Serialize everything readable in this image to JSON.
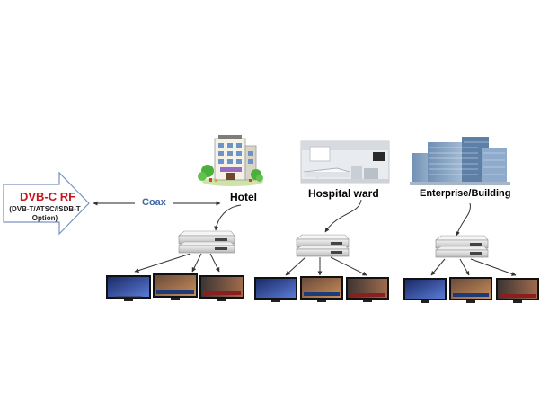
{
  "source": {
    "title": "DVB-C RF",
    "subtitle": "(DVB-T/ATSC/ISDB-T Option)"
  },
  "link": {
    "label": "Coax"
  },
  "venues": [
    {
      "label": "Hotel"
    },
    {
      "label": "Hospital ward"
    },
    {
      "label": "Enterprise/Building"
    }
  ],
  "colors": {
    "rf_text": "#c8161d",
    "coax_text": "#3e68a8",
    "arrow_fill": "#ffffff",
    "arrow_stroke": "#7a93bf"
  }
}
